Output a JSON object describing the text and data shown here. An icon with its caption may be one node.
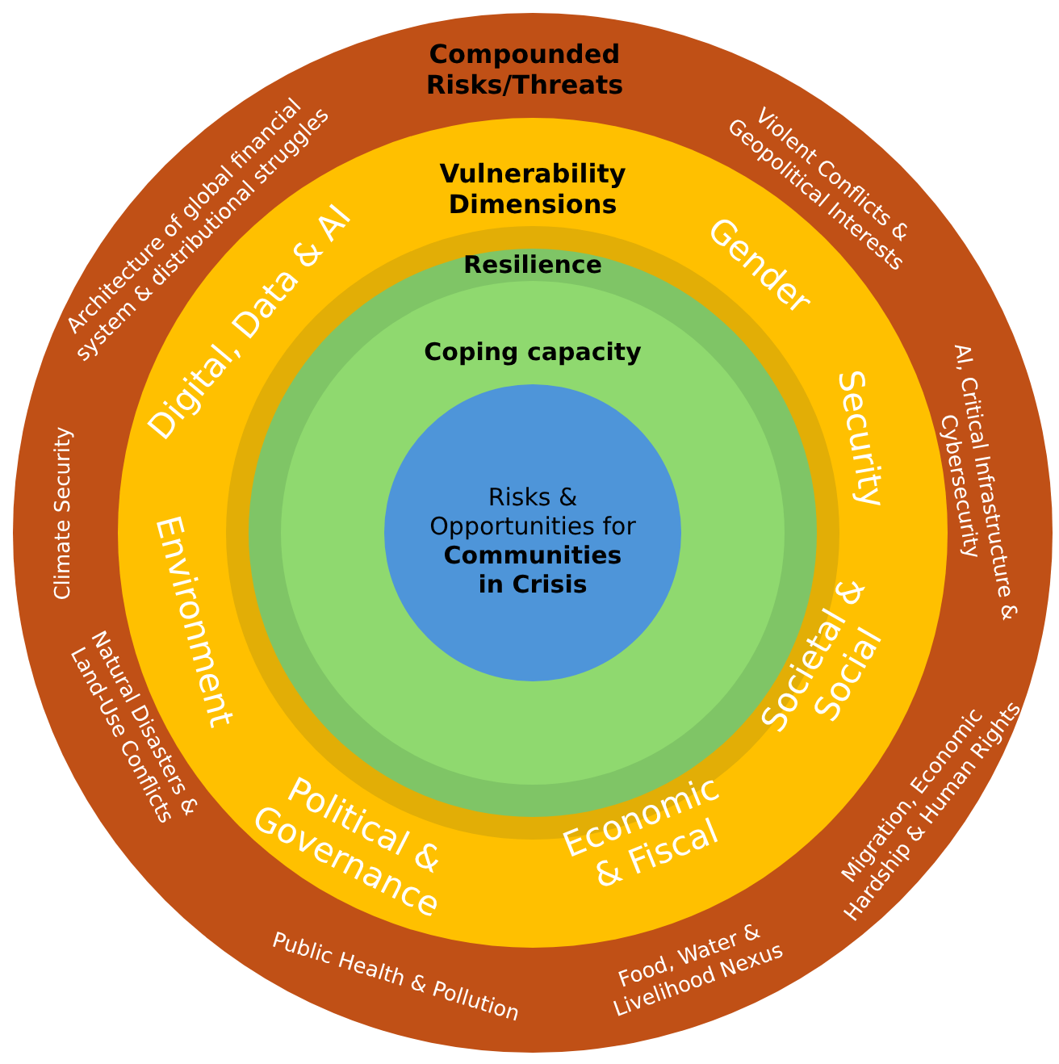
{
  "diagram": {
    "nodes": [
      {
        "text": [
          "Compounded Risks/Threats"
        ]
      },
      {
        "text": [
          "Vulnerability Dimensions"
        ],
        "in": 0
      },
      {
        "text": [],
        "shape": "circle",
        "in": 1
      },
      {
        "text": [
          "Resilience"
        ],
        "in": 2
      },
      {
        "text": [
          "Coping capacity"
        ],
        "in": 3
      },
      {
        "text": [
          "Risks & Opportunities for **Communities in Crisis**"
        ],
        "in": 4
      }
    ],
    "labels": [
      "Architecture of global financial system & distributional struggles",
      "Violent Conflicts & Geopolitical Interests",
      "AI, Critical Infrastructure & Cybersecurity",
      "Climate Security",
      "Natural Disasters & Land-Use Conflicts",
      "Public Health & Pollution",
      "Food, Water & Livelihood Nexus",
      "Migration, Economic Hardship & Human Rights",
      "Digital, Data & AI",
      "Gender",
      "Security",
      "Environment",
      "Societal & Social",
      "Political & Governance",
      "Economic & Fiscal"
    ]
  }
}
